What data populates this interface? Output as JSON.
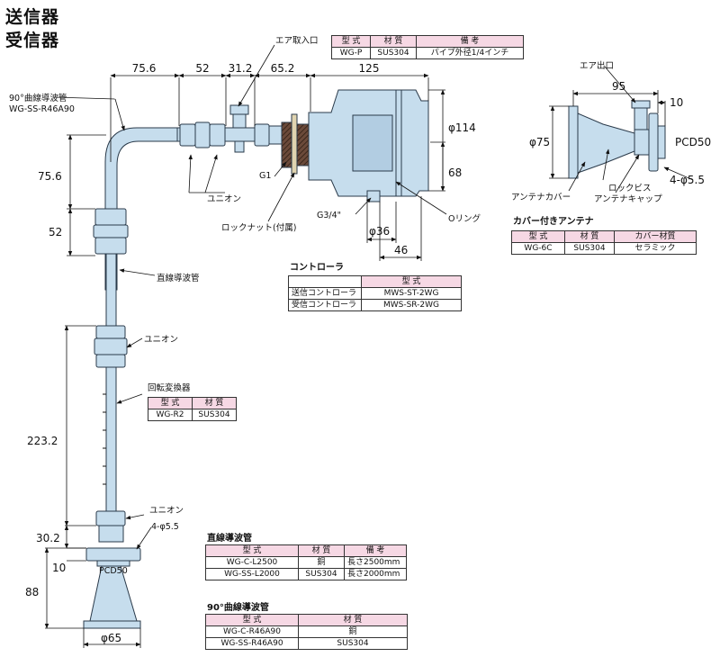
{
  "titles": {
    "line1": "送信器",
    "line2": "受信器"
  },
  "dims": {
    "top_75_6": "75.6",
    "top_52": "52",
    "top_31_2": "31.2",
    "top_65_2": "65.2",
    "top_125": "125",
    "phi114": "φ114",
    "d68": "68",
    "phi36": "φ36",
    "d46": "46",
    "left_75_6": "75.6",
    "left_52": "52",
    "left_223_2": "223.2",
    "left_30_2": "30.2",
    "left_10": "10",
    "left_88": "88",
    "pcd50_bottom": "PCD50",
    "phi65": "φ65",
    "right_95": "95",
    "right_10": "10",
    "right_phi75": "φ75",
    "right_pcd50": "PCD50",
    "right_holes": "4-φ5.5",
    "bottom_holes": "4-φ5.5"
  },
  "labels": {
    "air_inlet": "エア取入口",
    "curved_guide": "90°曲線導波管",
    "curved_guide_model": "WG-SS-R46A90",
    "union1": "ユニオン",
    "g1": "G1",
    "locknut": "ロックナット(付属)",
    "g34": "G3/4\"",
    "oring": "Oリング",
    "straight_guide": "直線導波管",
    "union2": "ユニオン",
    "rotary": "回転変換器",
    "union3": "ユニオン",
    "air_outlet": "エア出口",
    "lock_screw": "ロックビス",
    "antenna_cover": "アンテナカバー",
    "antenna_cap": "アンテナキャップ"
  },
  "tables": {
    "airinlet": {
      "headers": [
        "型 式",
        "材 質",
        "備 考"
      ],
      "rows": [
        [
          "WG-P",
          "SUS304",
          "パイプ外径1/4インチ"
        ]
      ]
    },
    "cover": {
      "title": "カバー付きアンテナ",
      "headers": [
        "型 式",
        "材 質",
        "カバー材質"
      ],
      "rows": [
        [
          "WG-6C",
          "SUS304",
          "セラミック"
        ]
      ]
    },
    "controller": {
      "title": "コントローラ",
      "headers": [
        "",
        "型 式"
      ],
      "rows": [
        [
          "送信コントローラ",
          "MWS-ST-2WG"
        ],
        [
          "受信コントローラ",
          "MWS-SR-2WG"
        ]
      ]
    },
    "rotary": {
      "headers": [
        "型 式",
        "材 質"
      ],
      "rows": [
        [
          "WG-R2",
          "SUS304"
        ]
      ]
    },
    "straight": {
      "title": "直線導波管",
      "headers": [
        "型 式",
        "材 質",
        "備 考"
      ],
      "rows": [
        [
          "WG-C-L2500",
          "銅",
          "長さ2500mm"
        ],
        [
          "WG-SS-L2000",
          "SUS304",
          "長さ2000mm"
        ]
      ]
    },
    "curved": {
      "title": "90°曲線導波管",
      "headers": [
        "型 式",
        "材 質"
      ],
      "rows": [
        [
          "WG-C-R46A90",
          "銅"
        ],
        [
          "WG-SS-R46A90",
          "SUS304"
        ]
      ]
    }
  },
  "colors": {
    "part": "#c6dded",
    "stroke": "#2a3a4a",
    "header": "#f6d8e4"
  }
}
